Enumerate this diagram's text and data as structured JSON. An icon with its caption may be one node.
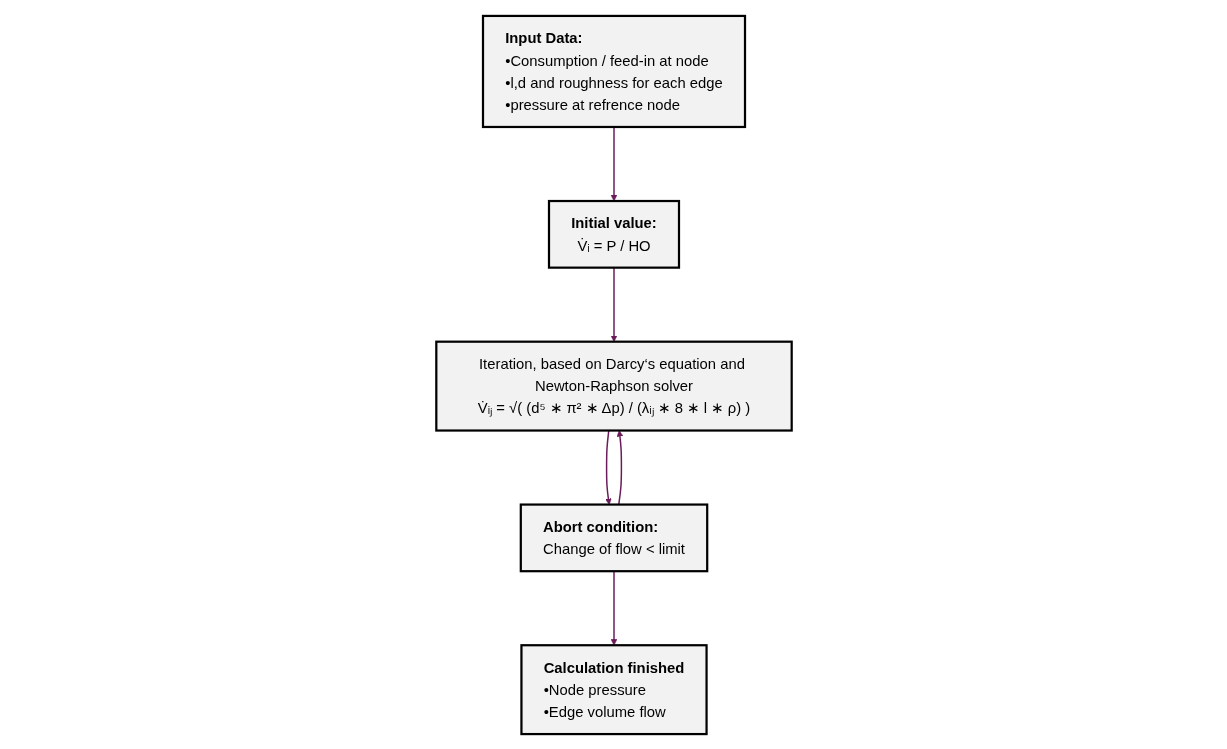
{
  "diagram": {
    "nodes": [
      {
        "text": [
          "Input Data:",
          "•Consumption / feed-in at node",
          "•l,d and roughness for each edge",
          "•pressure at refrence node"
        ]
      },
      {
        "text": [
          "Initial value:",
          "V̇ᵢ = P / HO"
        ]
      },
      {
        "text": [
          "Iteration, based on Darcy‘s equation and Newton-Raphson solver",
          "V̇ᵢⱼ = √( (d⁵ ∗ π² ∗ Δp) / (λᵢⱼ ∗ 8 ∗ l ∗ ρ) )"
        ]
      },
      {
        "text": [
          "Abort condition:",
          "Change of flow < limit"
        ]
      },
      {
        "text": [
          "Calculation finished",
          "•Node pressure",
          "•Edge volume flow"
        ]
      }
    ],
    "edges": [
      {
        "from": 0,
        "to": 1,
        "arrow": "to"
      },
      {
        "from": 1,
        "to": 2,
        "arrow": "to"
      },
      {
        "from": 2,
        "to": 3,
        "arrow": "to"
      },
      {
        "from": 3,
        "to": 4,
        "arrow": "to"
      },
      {
        "from": 3,
        "to": 2,
        "arrow": "to"
      }
    ]
  }
}
